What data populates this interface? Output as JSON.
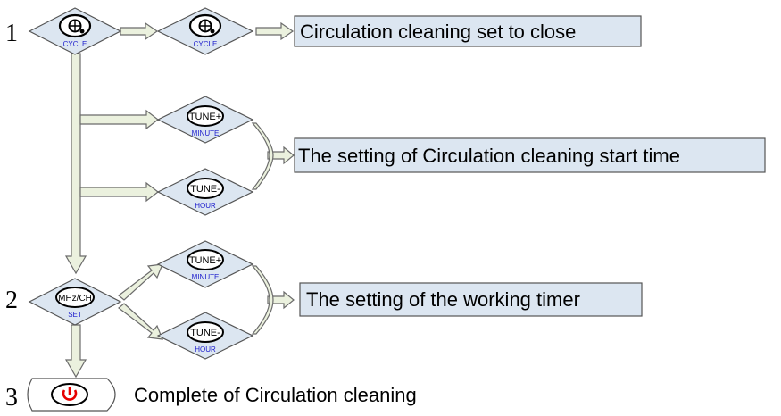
{
  "steps": {
    "one": "1",
    "two": "2",
    "three": "3"
  },
  "buttons": {
    "cycle_main_sub": "CYCLE",
    "cycle_second_sub": "CYCLE",
    "tune_plus_minute_label": "TUNE+",
    "tune_plus_minute_sub": "MINUTE",
    "tune_minus_hour_label": "TUNE-",
    "tune_minus_hour_sub": "HOUR",
    "mhz_ch_label": "MHz/CH",
    "mhz_ch_sub": "SET",
    "tune_plus_minute2_label": "TUNE+",
    "tune_plus_minute2_sub": "MINUTE",
    "tune_minus_hour2_label": "TUNE-",
    "tune_minus_hour2_sub": "HOUR"
  },
  "results": {
    "close": "Circulation cleaning set to close",
    "start_time": "The setting of Circulation cleaning start time",
    "working_timer": "The setting of the working timer",
    "complete": "Complete of Circulation cleaning"
  },
  "icons": {
    "cycle": "cycle-icon",
    "power": "power-icon"
  },
  "colors": {
    "diamond_fill": "#dce6f1",
    "box_fill": "#dce6f1",
    "arrow_fill": "#ebf1de",
    "power": "#e60000",
    "sub_label": "#1a1acc"
  }
}
